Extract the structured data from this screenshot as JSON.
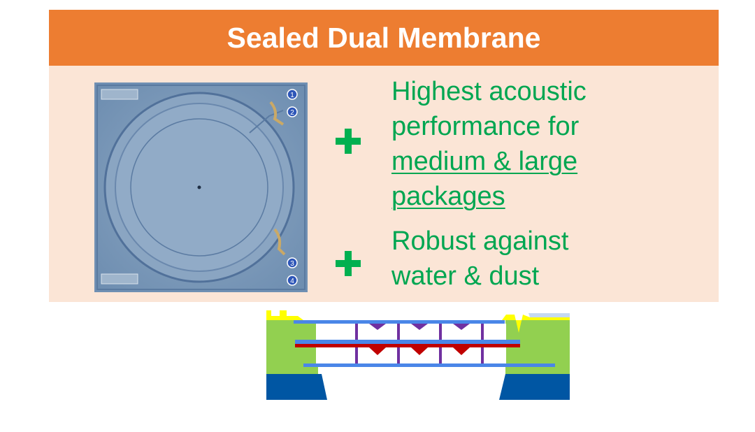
{
  "header": {
    "title": "Sealed Dual Membrane"
  },
  "chip_image": {
    "corner_labels": [
      "1",
      "2",
      "3",
      "4"
    ]
  },
  "benefits": [
    {
      "icon": "plus-icon",
      "line1": "Highest acoustic",
      "line2": "performance for",
      "line3_underlined": "medium & large",
      "line4_underlined": "packages"
    },
    {
      "icon": "plus-icon",
      "line1": "Robust against",
      "line2": "water & dust"
    }
  ],
  "colors": {
    "header_bg": "#ed7d31",
    "panel_bg": "#fbe5d6",
    "benefit_text": "#00a651",
    "plus": "#00b050",
    "substrate": "#0056a3",
    "support": "#92d050",
    "membrane_outline": "#4a86e8",
    "electrode": "#c00000",
    "pillar": "#7030a0"
  }
}
